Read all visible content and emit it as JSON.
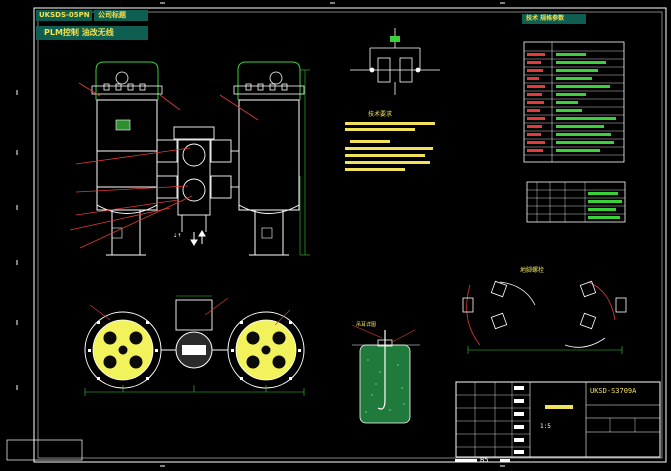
{
  "header": {
    "model_code": "UKSDS-05PN",
    "brand_title": "公司标题",
    "subtitle": "PLM控制 油改无线"
  },
  "right_top_title": "技术 规格参数",
  "title_block": {
    "drawing_number": "UKSD-S3709A",
    "scale_mark": "1:5"
  },
  "bottom_label": "B5",
  "arrow_label": "⇣⇡",
  "notes_title": "技术要求",
  "section_labels": {
    "anchor_title": "地脚螺栓",
    "cutaway_title": "吊耳详图"
  },
  "colors": {
    "background": "#000000",
    "frame": "#ffffff",
    "dimension": "#3ad13a",
    "label": "#f2e25a",
    "leader": "#e23b3b",
    "vessel_fill": "#f2f25c",
    "concrete": "#1f7a3b"
  }
}
